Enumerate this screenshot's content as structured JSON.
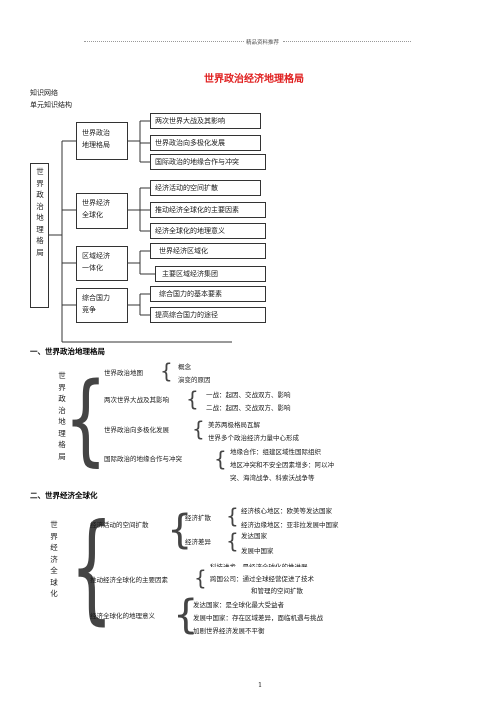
{
  "header": {
    "label": "精品资料推荐"
  },
  "doc": {
    "title": "世界政治经济地理格局",
    "intro1": "知识网络",
    "intro2": "单元知识结构"
  },
  "tree": {
    "root": "世界政治地理格局",
    "branches": [
      {
        "label1": "世界政治",
        "label2": "地理格局",
        "leaves": [
          "两次世界大战及其影响",
          "世界政治向多极化发展",
          "国际政治的地缘合作与冲突"
        ]
      },
      {
        "label1": "世界经济",
        "label2": "全球化",
        "leaves": [
          "经济活动的空间扩散",
          "推动经济全球化的主要因素",
          "经济全球化的地理意义"
        ]
      },
      {
        "label1": "区域经济",
        "label2": "一体化",
        "leaves": [
          "世界经济区域化",
          "主要区域经济集团"
        ]
      },
      {
        "label1": "综合国力",
        "label2": "竞争",
        "leaves": [
          "综合国力的基本要素",
          "提高综合国力的途径"
        ]
      }
    ]
  },
  "section1": {
    "heading": "一、世界政治地理格局",
    "root": "世界政治地理格局",
    "map_label": "世界政治地图",
    "map_items": [
      "概念",
      "演变的原因"
    ],
    "war_label": "两次世界大战及其影响",
    "war_items": [
      "一战：起因、交战双方、影响",
      "二战：起因、交战双方、影响"
    ],
    "multi_label": "世界政治向多极化发展",
    "multi_items": [
      "美苏两极格局瓦解",
      "世界多个政治经济力量中心形成"
    ],
    "geo_label": "国际政治的地缘合作与冲突",
    "geo_items": [
      "地缘合作：组建区域性国际组织",
      "地区冲突和不安全因素增多：阿以冲",
      "突、海湾战争、科索沃战争等"
    ]
  },
  "section2": {
    "heading": "二、世界经济全球化",
    "root": "世界经济全球化",
    "spread_label": "经济活动的空间扩散",
    "expand_label": "经济扩散",
    "expand_items": [
      "经济核心地区：欧美等发达国家",
      "经济边缘地区：亚非拉发展中国家"
    ],
    "diff_label": "经济差异",
    "diff_items": [
      "发达国家",
      "发展中国家"
    ],
    "factor_label": "推动经济全球化的主要因素",
    "factor_items": [
      "科技进步，是经济全球化的推进器",
      "跨国公司：通过全球经营促进了技术",
      "和管理的空间扩散"
    ],
    "meaning_label": "经济全球化的地理意义",
    "meaning_items": [
      "发达国家：是全球化最大受益者",
      "发展中国家：存在区域差异，面临机遇与挑战",
      "加剧世界经济发展不平衡"
    ]
  },
  "footer": {
    "page_number": "1"
  }
}
